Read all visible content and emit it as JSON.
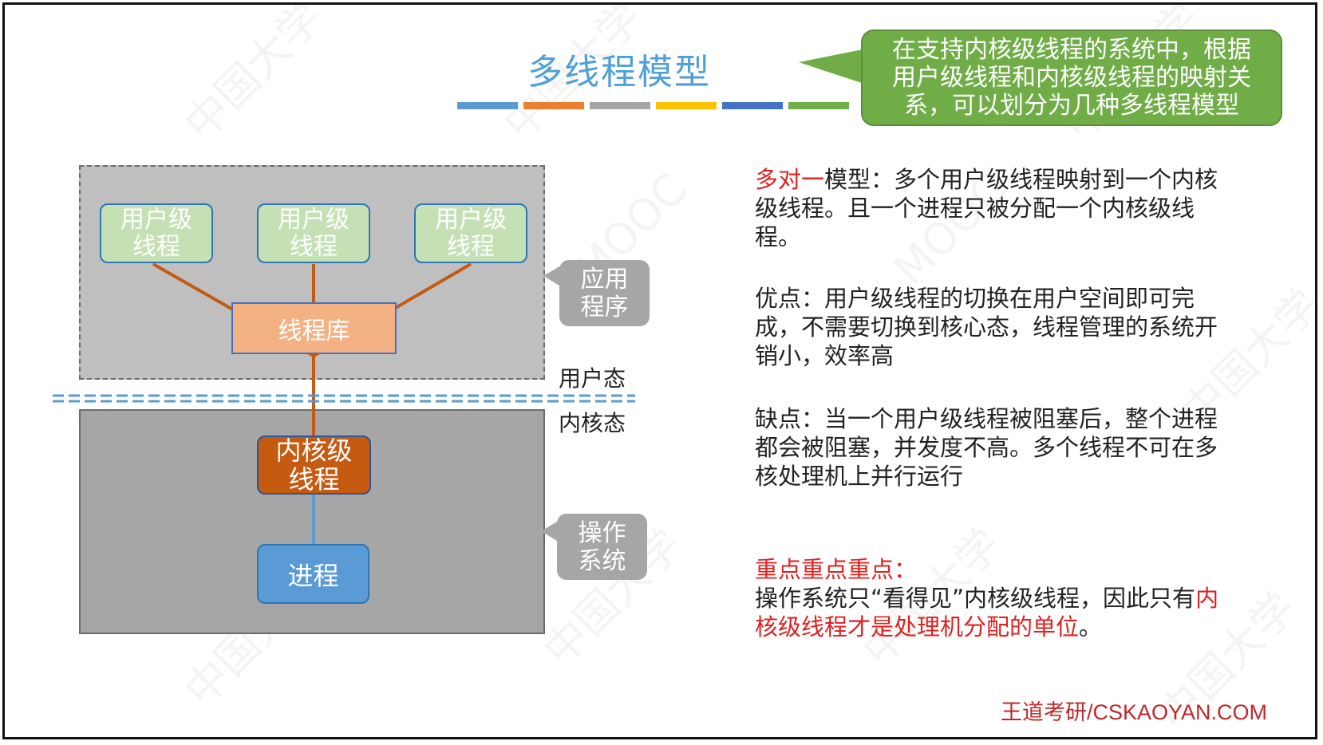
{
  "title": "多线程模型",
  "callout_top": {
    "lines": [
      "在支持内核级线程的系统中，根据",
      "用户级线程和内核级线程的映射关",
      "系，可以划分为几种多线程模型"
    ],
    "color": "#70ad47"
  },
  "stripe_colors": [
    "#5b9bd5",
    "#ed7d31",
    "#a5a5a5",
    "#ffc000",
    "#4472c4",
    "#70ad47"
  ],
  "diagram": {
    "user_threads": [
      "用户级\n线程",
      "用户级\n线程",
      "用户级\n线程"
    ],
    "thread_lib": "线程库",
    "kernel_thread": "内核级\n线程",
    "process": "进程",
    "app_callout": "应用\n程序",
    "os_callout": "操作\n系统",
    "user_mode": "用户态",
    "kernel_mode": "内核态"
  },
  "text": {
    "p1_red": "多对一",
    "p1_rest": "模型：多个用户级线程映射到一个内核级线程。且一个进程只被分配一个内核级线程。",
    "p2": "优点：用户级线程的切换在用户空间即可完成，不需要切换到核心态，线程管理的系统开销小，效率高",
    "p3": "缺点：当一个用户级线程被阻塞后，整个进程都会被阻塞，并发度不高。多个线程不可在多核处理机上并行运行",
    "p4_title": "重点重点重点：",
    "p4_a": "操作系统只“看得见”内核级线程，因此只有",
    "p4_red": "内核级线程才是处理机分配的单位",
    "p4_end": "。"
  },
  "footer": "王道考研/CSKAOYAN.COM"
}
